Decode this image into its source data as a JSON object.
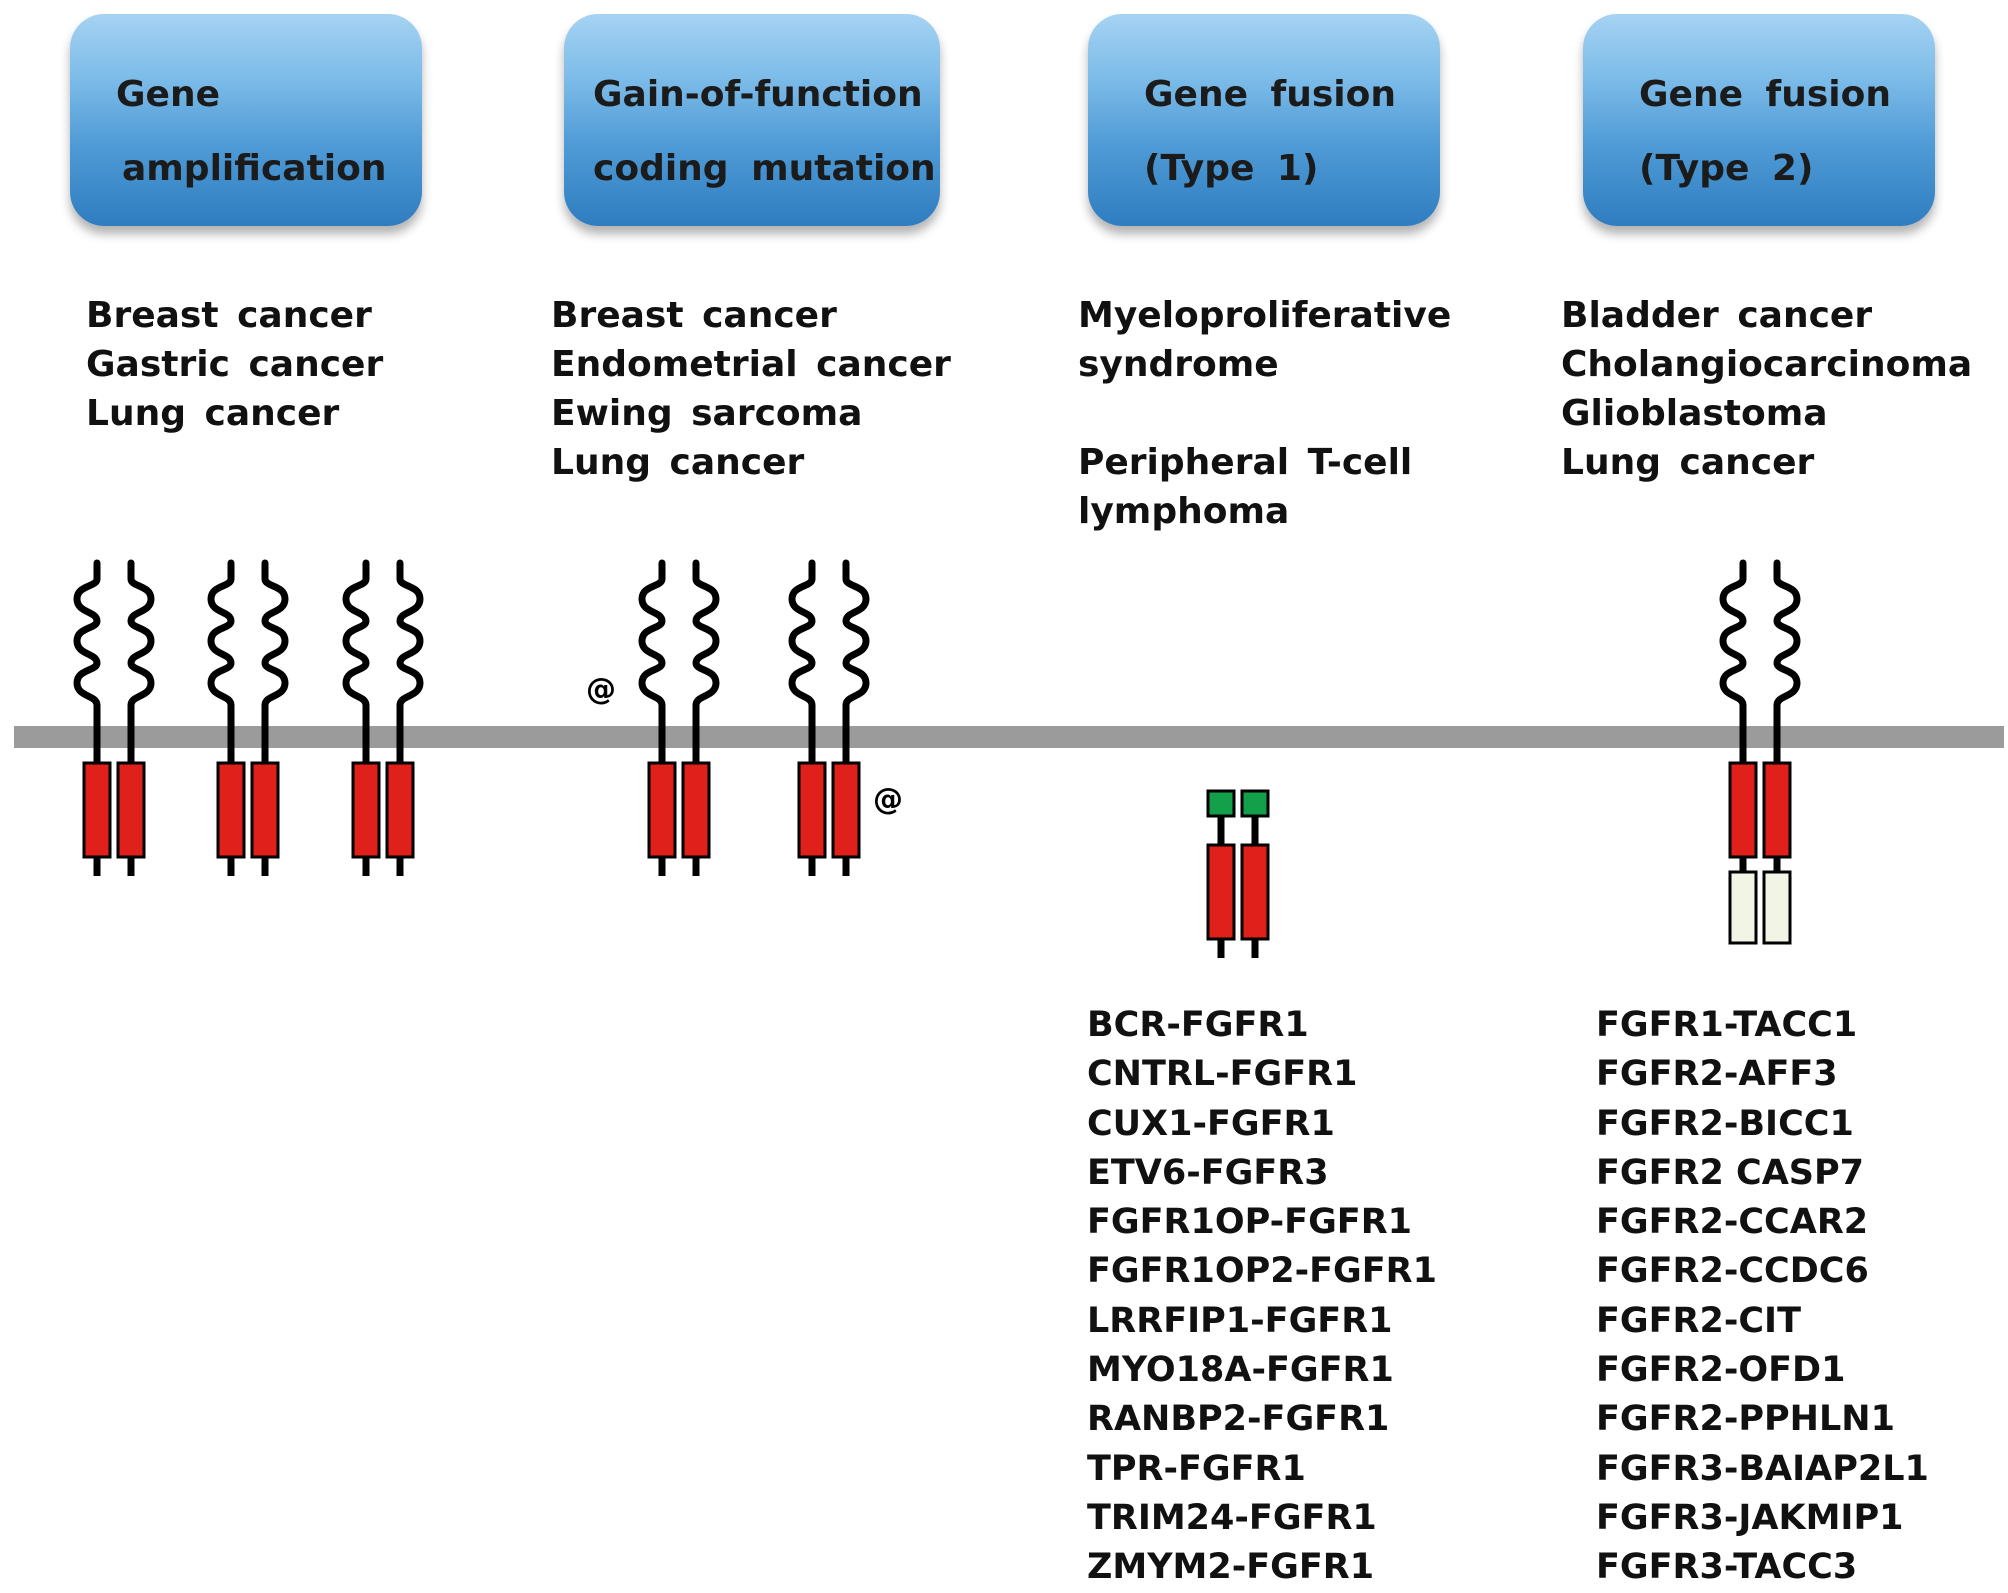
{
  "headers": [
    {
      "line1": "Gene",
      "line2": "amplification"
    },
    {
      "line1": "Gain-of-function",
      "line2": "coding  mutation"
    },
    {
      "line1": "Gene  fusion",
      "line2": "(Type  1)"
    },
    {
      "line1": "Gene  fusion",
      "line2": "(Type  2)"
    }
  ],
  "diseases": {
    "amplification": [
      "Breast  cancer",
      "Gastric  cancer",
      "Lung  cancer"
    ],
    "mutation": [
      "Breast  cancer",
      "Endometrial  cancer",
      "Ewing sarcoma",
      "Lung  cancer"
    ],
    "fusion1": [
      "Myeloproliferative",
      "syndrome",
      "",
      "Peripheral  T-cell",
      "lymphoma"
    ],
    "fusion2": [
      "Bladder  cancer",
      "Cholangiocarcinoma",
      "Glioblastoma",
      "Lung  cancer"
    ]
  },
  "mutation_marker": "@",
  "fusions": {
    "type1": [
      "BCR-FGFR1",
      "CNTRL-FGFR1",
      "CUX1-FGFR1",
      "ETV6-FGFR3",
      "FGFR1OP-FGFR1",
      "FGFR1OP2-FGFR1",
      "LRRFIP1-FGFR1",
      "MYO18A-FGFR1",
      "RANBP2-FGFR1",
      "TPR-FGFR1",
      "TRIM24-FGFR1",
      "ZMYM2-FGFR1"
    ],
    "type2": [
      "FGFR1-TACC1",
      "FGFR2-AFF3",
      "FGFR2-BICC1",
      "FGFR2 CASP7",
      "FGFR2-CCAR2",
      "FGFR2-CCDC6",
      "FGFR2-CIT",
      "FGFR2-OFD1",
      "FGFR2-PPHLN1",
      "FGFR3-BAIAP2L1",
      "FGFR3-JAKMIP1",
      "FGFR3-TACC3"
    ]
  },
  "colors": {
    "kinase_domain": "#e0201b",
    "fusion_partner_n": "#14a04a",
    "fusion_partner_c": "#f2f5e6",
    "membrane": "#9b9b9b",
    "header_box": "#4f9bd6"
  }
}
